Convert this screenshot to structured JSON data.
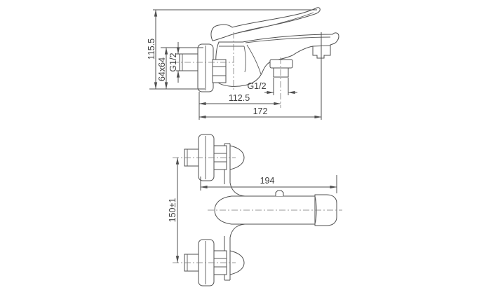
{
  "drawing": {
    "background": "#ffffff",
    "line_color": "#4f4f4f",
    "text_color": "#3e3e3e",
    "side_view": {
      "overall_height": "115.5",
      "wall_plate": "64x64",
      "inlet_thread": "G1/2",
      "shower_outlet_thread": "G1/2",
      "wall_to_shower_outlet": "112.5",
      "wall_to_spout_tip": "172"
    },
    "top_view": {
      "overall_length": "194",
      "inlet_centres": "150±1"
    }
  }
}
